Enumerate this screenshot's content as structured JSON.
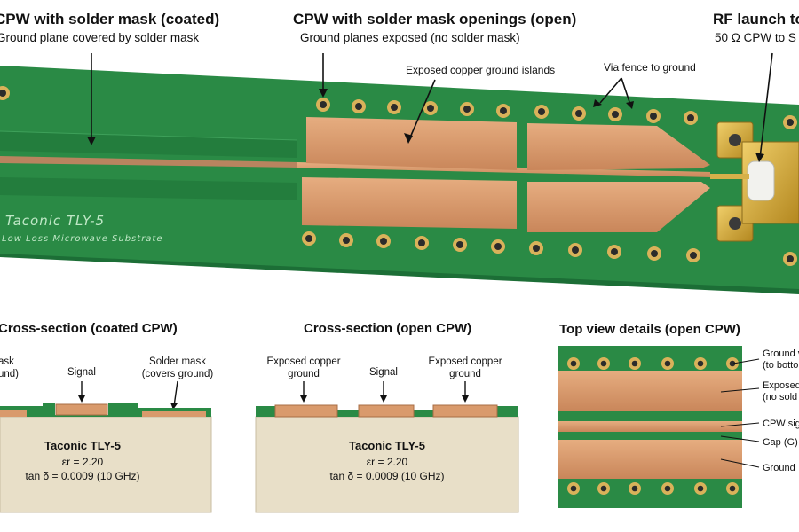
{
  "sections": {
    "coated": {
      "title": "CPW with solder mask (coated)",
      "subtitle": "Ground plane covered by solder mask"
    },
    "open": {
      "title": "CPW with solder mask openings (open)",
      "subtitle": "Ground planes exposed (no solder mask)"
    },
    "launch": {
      "title": "RF launch to",
      "subtitle": "50 Ω CPW to S"
    }
  },
  "board": {
    "callout_islands": "Exposed copper ground islands",
    "callout_via_fence": "Via fence to ground",
    "substrate_name": "Taconic TLY-5",
    "substrate_desc": "Low Loss Microwave Substrate"
  },
  "cross_coated": {
    "title": "Cross-section  (coated CPW)",
    "label_left": "ask",
    "label_left2": "und)",
    "label_signal": "Signal",
    "label_right": "Solder mask",
    "label_right2": "(covers ground)",
    "material": "Taconic TLY-5",
    "er": "εr = 2.20",
    "tand": "tan δ = 0.0009 (10 GHz)"
  },
  "cross_open": {
    "title": "Cross-section  (open CPW)",
    "label_left": "Exposed copper",
    "label_left2": "ground",
    "label_signal": "Signal",
    "label_right": "Exposed copper",
    "label_right2": "ground",
    "material": "Taconic TLY-5",
    "er": "εr = 2.20",
    "tand": "tan δ = 0.0009 (10 GHz)"
  },
  "top_view": {
    "title": "Top view details (open CPW)",
    "labels": [
      {
        "line1": "Ground v",
        "line2": "(to botto"
      },
      {
        "line1": "Exposed",
        "line2": "(no sold"
      },
      {
        "line1": "CPW sig",
        "line2": ""
      },
      {
        "line1": "Gap (G)",
        "line2": ""
      },
      {
        "line1": "Ground",
        "line2": ""
      }
    ]
  },
  "colors": {
    "pcb_green": "#1f7a3c",
    "pcb_green_dark": "#17612f",
    "copper": "#d99a6c",
    "gold": "#c9a13b",
    "substrate": "#e8dfc8"
  }
}
